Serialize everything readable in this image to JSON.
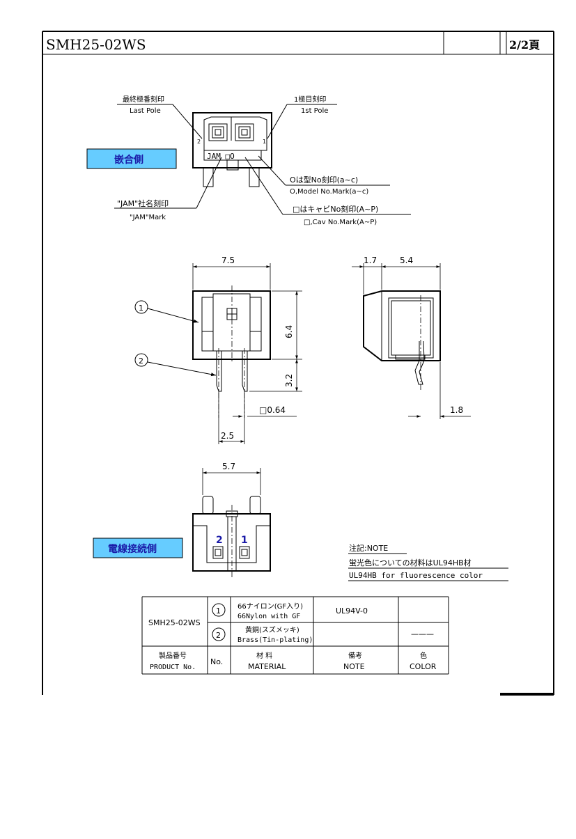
{
  "header": {
    "part_number": "SMH25-02WS",
    "page": "2/2頁"
  },
  "labels": {
    "last_pole_jp": "最終極番刻印",
    "last_pole_en": "Last Pole",
    "first_pole_jp": "1極目刻印",
    "first_pole_en": "1st Pole",
    "mating_side": "嵌合側",
    "jam_jp": "\"JAM\"社名刻印",
    "jam_en": "\"JAM\"Mark",
    "model_jp": "Oは型No刻印(a~c)",
    "model_en": "O,Model No.Mark(a~c)",
    "cav_jp": "□はキャビNo刻印(A~P)",
    "cav_en": "□,Cav No.Mark(A~P)",
    "wire_side": "電線接続側",
    "pin2": "2",
    "pin1": "1",
    "pole_mark": "2",
    "pole_mark1": "1",
    "face_text": "JAM □O"
  },
  "dimensions": {
    "width": "7.5",
    "height_body": "6.4",
    "height_pin": "3.2",
    "pin_sq": "□0.64",
    "pitch": "2.5",
    "side_a": "1.7",
    "side_b": "5.4",
    "side_c": "1.8",
    "bottom_width": "5.7",
    "callout1": "1",
    "callout2": "2"
  },
  "note": {
    "title": "注記:NOTE",
    "line_jp": "蛍光色についての材料はUL94HB材",
    "line_en": "UL94HB for fluorescence color"
  },
  "table": {
    "product": "SMH25-02WS",
    "rows": [
      {
        "no": "1",
        "material_jp": "66ナイロン(GF入り)",
        "material_en": "66Nylon with GF",
        "note": "UL94V-0",
        "color": ""
      },
      {
        "no": "2",
        "material_jp": "黄銅(スズメッキ)",
        "material_en": "Brass(Tin-plating)",
        "note": "",
        "color": "———"
      }
    ],
    "headers": {
      "product_jp": "製品番号",
      "product_en": "PRODUCT No.",
      "no": "No.",
      "material_jp": "材  料",
      "material_en": "MATERIAL",
      "note_jp": "備考",
      "note_en": "NOTE",
      "color_jp": "色",
      "color_en": "COLOR"
    }
  },
  "colors": {
    "tag_fill": "#66ccff",
    "tag_text": "#1a1aa8"
  }
}
